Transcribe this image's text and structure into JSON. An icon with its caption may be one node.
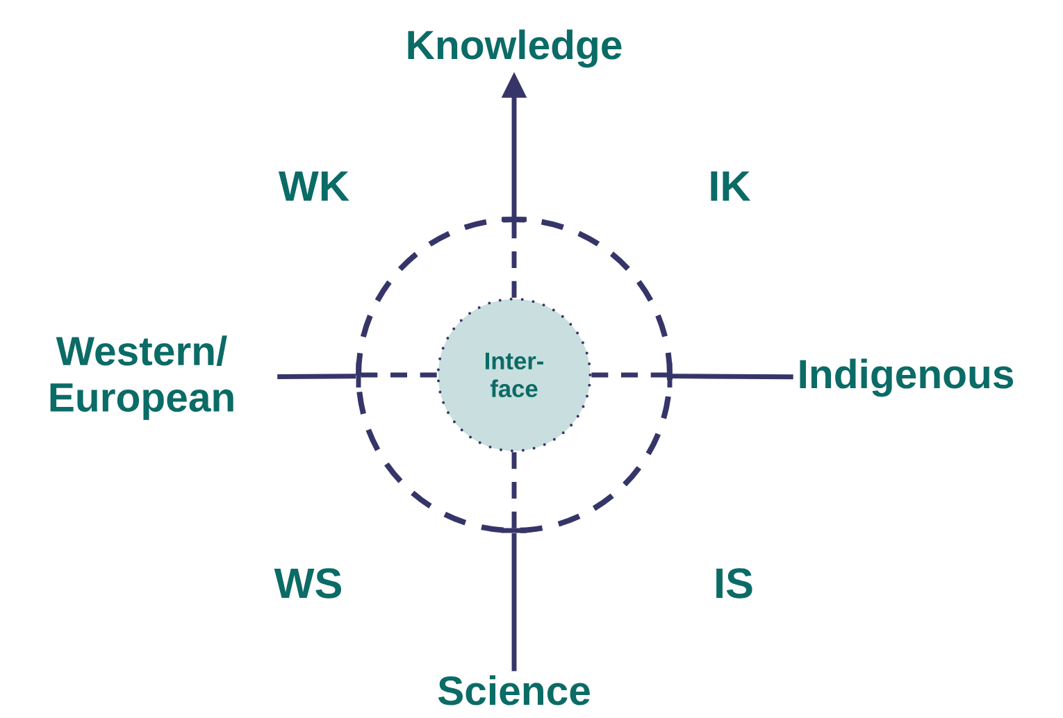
{
  "diagram": {
    "nodes": [
      {
        "text": [
          "Knowledge"
        ]
      },
      {
        "text": [
          "Western/ European"
        ]
      },
      {
        "text": [
          "Indigenous"
        ]
      },
      {
        "text": [
          "Science"
        ]
      },
      {
        "text": [],
        "shape": "circle"
      },
      {
        "text": [
          "Inter- face"
        ],
        "in": 4
      }
    ],
    "edges": [
      {
        "from": 4,
        "to": 0,
        "arrow": "to"
      },
      {
        "from": 1,
        "to": 4,
        "arrow": "none"
      },
      {
        "from": 2,
        "to": 4,
        "arrow": "none"
      },
      {
        "from": 3,
        "to": 4,
        "arrow": "none"
      },
      {
        "from": 5,
        "to": 4,
        "arrow": "none",
        "style": "dashed"
      },
      {
        "from": 5,
        "to": 4,
        "arrow": "none",
        "style": "dashed"
      },
      {
        "from": 5,
        "to": 4,
        "arrow": "none",
        "style": "dashed"
      },
      {
        "from": 5,
        "to": 4,
        "arrow": "none",
        "style": "dashed"
      }
    ],
    "labels": [
      "WK",
      "IK",
      "WS",
      "IS"
    ]
  }
}
